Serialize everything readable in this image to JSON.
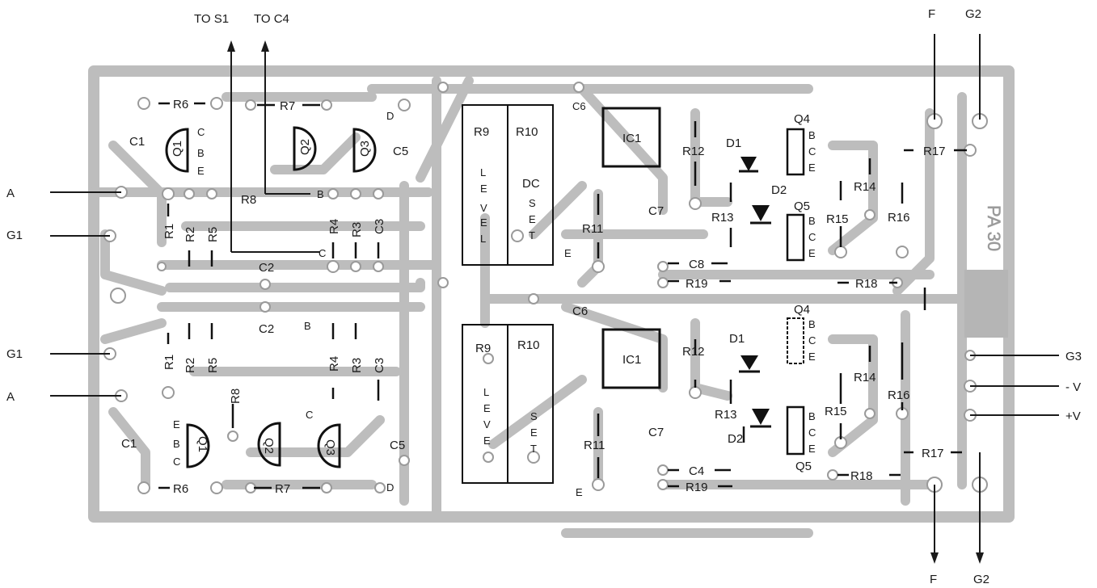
{
  "board": {
    "marking": "PA 30"
  },
  "external_labels": {
    "to_s1": "TO S1",
    "to_c4": "TO C4",
    "f_top": "F",
    "g2_top": "G2",
    "a_upper": "A",
    "g1_upper": "G1",
    "g1_lower": "G1",
    "a_lower": "A",
    "g3": "G3",
    "neg_v": "- V",
    "pos_v": "+V",
    "f_bottom": "F",
    "g2_bottom": "G2"
  },
  "upper_channel": {
    "r6": "R6",
    "r7": "R7",
    "c1": "C1",
    "q1": "Q1",
    "q2": "Q2",
    "q3": "Q3",
    "c_pin": "C",
    "b_pin": "B",
    "e_pin": "E",
    "r8": "R8",
    "b_q": "B",
    "r1": "R1",
    "r2": "R2",
    "r5": "R5",
    "r4": "R4",
    "r3": "R3",
    "c3": "C3",
    "c_label": "C",
    "c2": "C2",
    "c5": "C5",
    "d": "D",
    "r9": "R9",
    "r10": "R10",
    "level": [
      "L",
      "E",
      "V",
      "E",
      "L"
    ],
    "dc": "DC",
    "set": [
      "S",
      "E",
      "T"
    ],
    "c6": "C6",
    "ic1": "IC1",
    "r11": "R11",
    "e_r11": "E",
    "c7": "C7",
    "r12": "R12",
    "d1": "D1",
    "d2": "D2",
    "r13": "R13",
    "c8": "C8",
    "r19": "R19",
    "q4": "Q4",
    "q4_b": "B",
    "q4_c": "C",
    "q4_e": "E",
    "q5": "Q5",
    "q5_b": "B",
    "q5_c": "C",
    "q5_e": "E",
    "r14": "R14",
    "r15": "R15",
    "r16": "R16",
    "r17": "R17",
    "r18": "R18"
  },
  "lower_channel": {
    "c2": "C2",
    "b_pin": "B",
    "r1": "R1",
    "r2": "R2",
    "r5": "R5",
    "r4": "R4",
    "r3": "R3",
    "c3": "C3",
    "r8": "R8",
    "c_label": "C",
    "e": "E",
    "b": "B",
    "c": "C",
    "c1": "C1",
    "q1": "Q1",
    "q2": "Q2",
    "q3": "Q3",
    "c5": "C5",
    "d": "D",
    "r6": "R6",
    "r7": "R7",
    "c6": "C6",
    "r9": "R9",
    "r10": "R10",
    "level": [
      "L",
      "E",
      "V",
      "E"
    ],
    "set": [
      "S",
      "E",
      "T"
    ],
    "ic1": "IC1",
    "r11": "R11",
    "e_r11": "E",
    "c7": "C7",
    "r12": "R12",
    "d1": "D1",
    "r13": "R13",
    "d2": "D2",
    "q4": "Q4",
    "q4_b": "B",
    "q4_c": "C",
    "q4_e": "E",
    "q5": "Q5",
    "q5_b": "B",
    "q5_c": "C",
    "q5_e": "E",
    "r14": "R14",
    "r15": "R15",
    "r16": "R16",
    "r17": "R17",
    "r18": "R18",
    "c4": "C4",
    "r19": "R19"
  }
}
